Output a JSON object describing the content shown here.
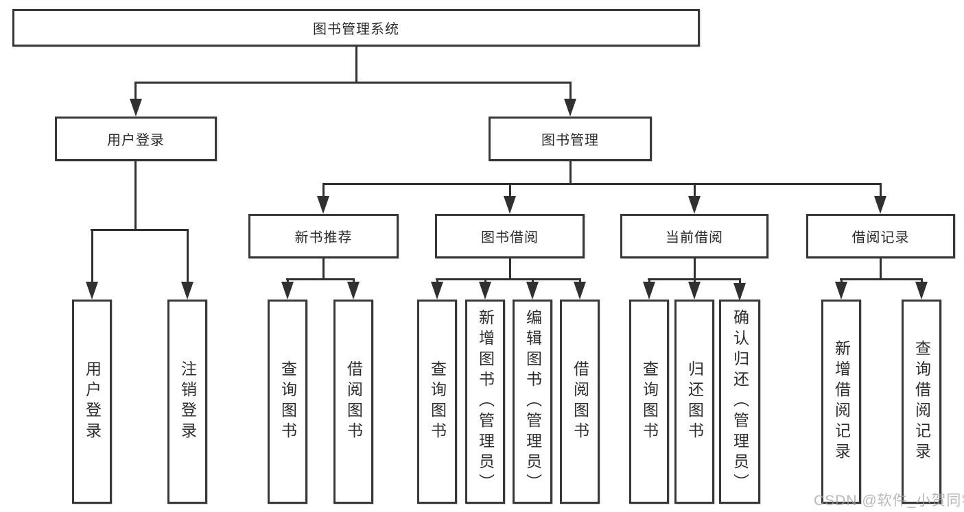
{
  "tree": {
    "root": "图书管理系统",
    "branches": [
      {
        "label": "用户登录",
        "leaves": [
          "用户登录",
          "注销登录"
        ]
      },
      {
        "label": "图书管理",
        "groups": [
          {
            "label": "新书推荐",
            "leaves": [
              "查询图书",
              "借阅图书"
            ]
          },
          {
            "label": "图书借阅",
            "leaves": [
              "查询图书",
              "新增图书（管理员）",
              "编辑图书（管理员）",
              "借阅图书"
            ]
          },
          {
            "label": "当前借阅",
            "leaves": [
              "查询图书",
              "归还图书",
              "确认归还（管理员）"
            ]
          },
          {
            "label": "借阅记录",
            "leaves": [
              "新增借阅记录",
              "查询借阅记录"
            ]
          }
        ]
      }
    ]
  },
  "colors": {
    "line": "#303030",
    "border": "#383838",
    "text": "#2b2b2b",
    "watermark": "#a0a0a0"
  },
  "watermark": "CSDN @软件_小贺同学"
}
